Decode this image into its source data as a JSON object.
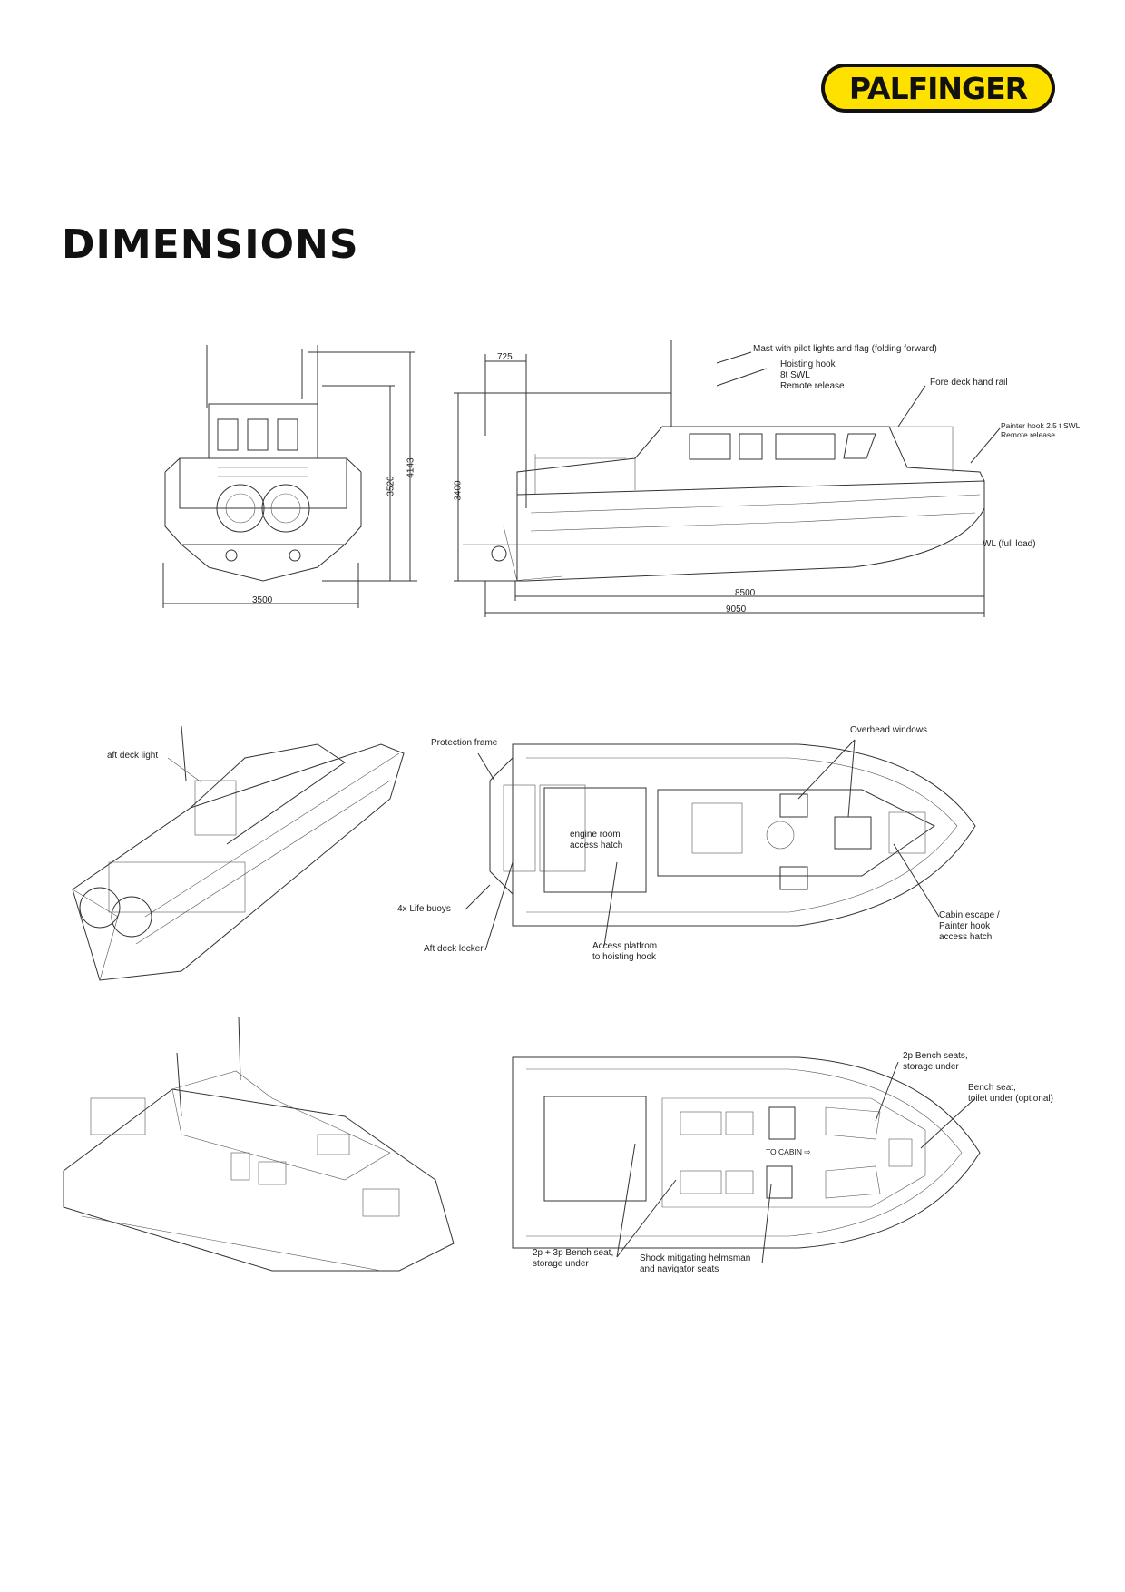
{
  "logo": {
    "text": "PALFINGER",
    "background": "#ffe100"
  },
  "title": "DIMENSIONS",
  "front_view": {
    "width": "3500",
    "height_a": "3520",
    "height_b": "4143"
  },
  "side_view": {
    "dim_725": "725",
    "dim_3400": "3400",
    "dim_8500": "8500",
    "dim_9050": "9050",
    "labels": {
      "mast": "Mast with pilot lights and flag (folding forward)",
      "hook_1": "Hoisting hook",
      "hook_2": "8t SWL",
      "hook_3": "Remote release",
      "rail": "Fore deck hand rail",
      "painter_1": "Painter hook 2.5 t SWL",
      "painter_2": "Remote release",
      "wl": "WL (full load)"
    }
  },
  "perspective_1": {
    "label": "aft deck light"
  },
  "deck_plan": {
    "protection_frame": "Protection frame",
    "overhead_windows": "Overhead windows",
    "engine_1": "engine room",
    "engine_2": "access hatch",
    "life_buoys": "4x Life buoys",
    "aft_locker": "Aft deck locker",
    "access_1": "Access platfrom",
    "access_2": "to hoisting hook",
    "escape_1": "Cabin escape /",
    "escape_2": "Painter hook",
    "escape_3": "access hatch"
  },
  "cabin_plan": {
    "bench_2p_1": "2p Bench seats,",
    "bench_2p_2": "storage under",
    "toilet_1": "Bench seat,",
    "toilet_2": "toilet under (optional)",
    "bench_5p_1": "2p + 3p Bench seat,",
    "bench_5p_2": "storage under",
    "shock_1": "Shock mitigating helmsman",
    "shock_2": "and navigator seats",
    "to_cabin": "TO CABIN"
  }
}
